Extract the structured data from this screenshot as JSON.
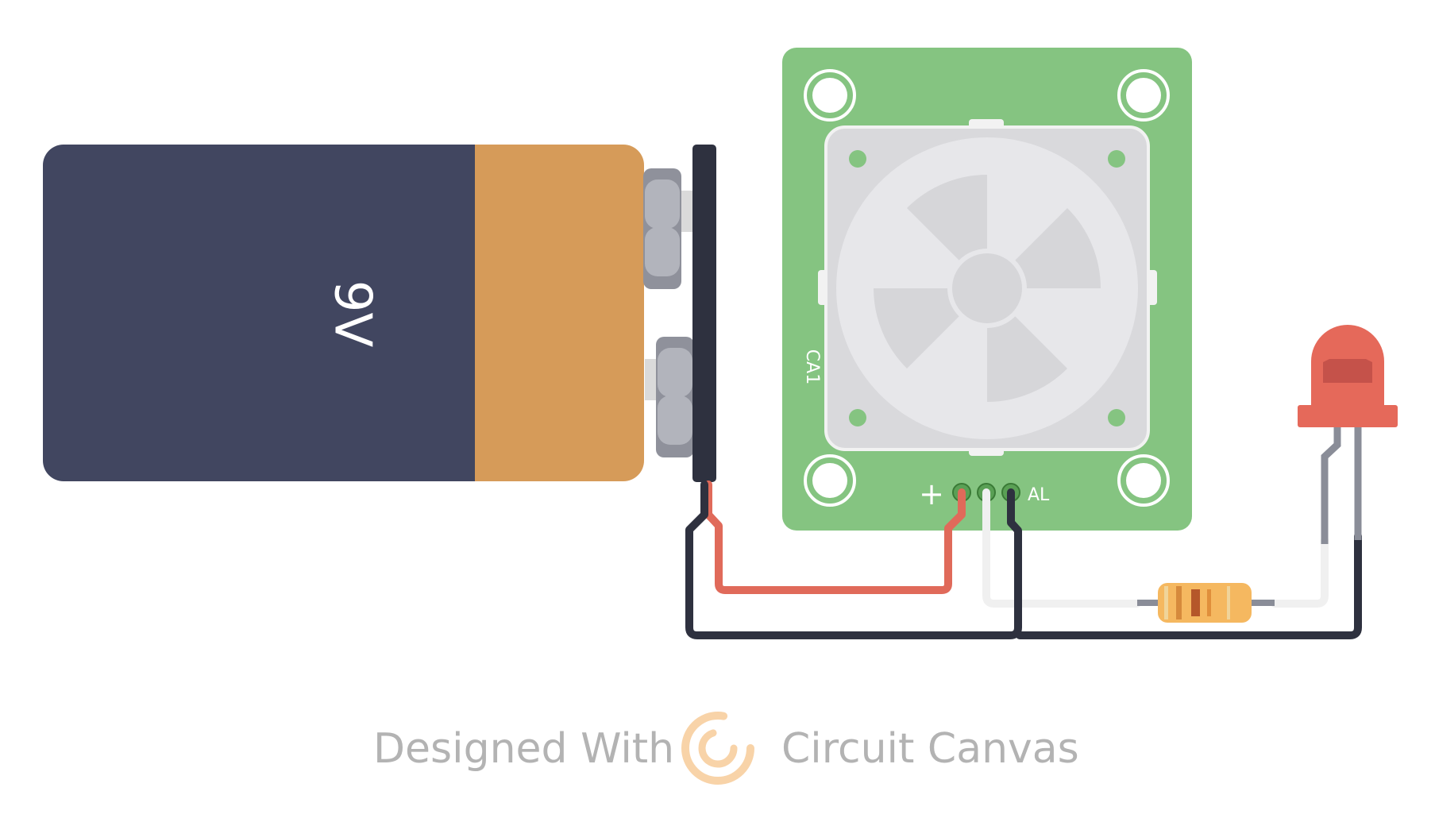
{
  "battery": {
    "label": "9V"
  },
  "sensor": {
    "ref_label": "CA1",
    "pin_plus_label": "+",
    "pin_alarm_label": "AL"
  },
  "watermark": {
    "designed_with": "Designed With",
    "brand": "Circuit Canvas"
  },
  "colors": {
    "battery_body": "#414660",
    "battery_band": "#d69b59",
    "board": "#85c481",
    "wire_red": "#e06a5a",
    "wire_black": "#2e313f",
    "wire_white": "#f0f0f0",
    "led": "#e5695a",
    "resistor": "#f5b860"
  }
}
